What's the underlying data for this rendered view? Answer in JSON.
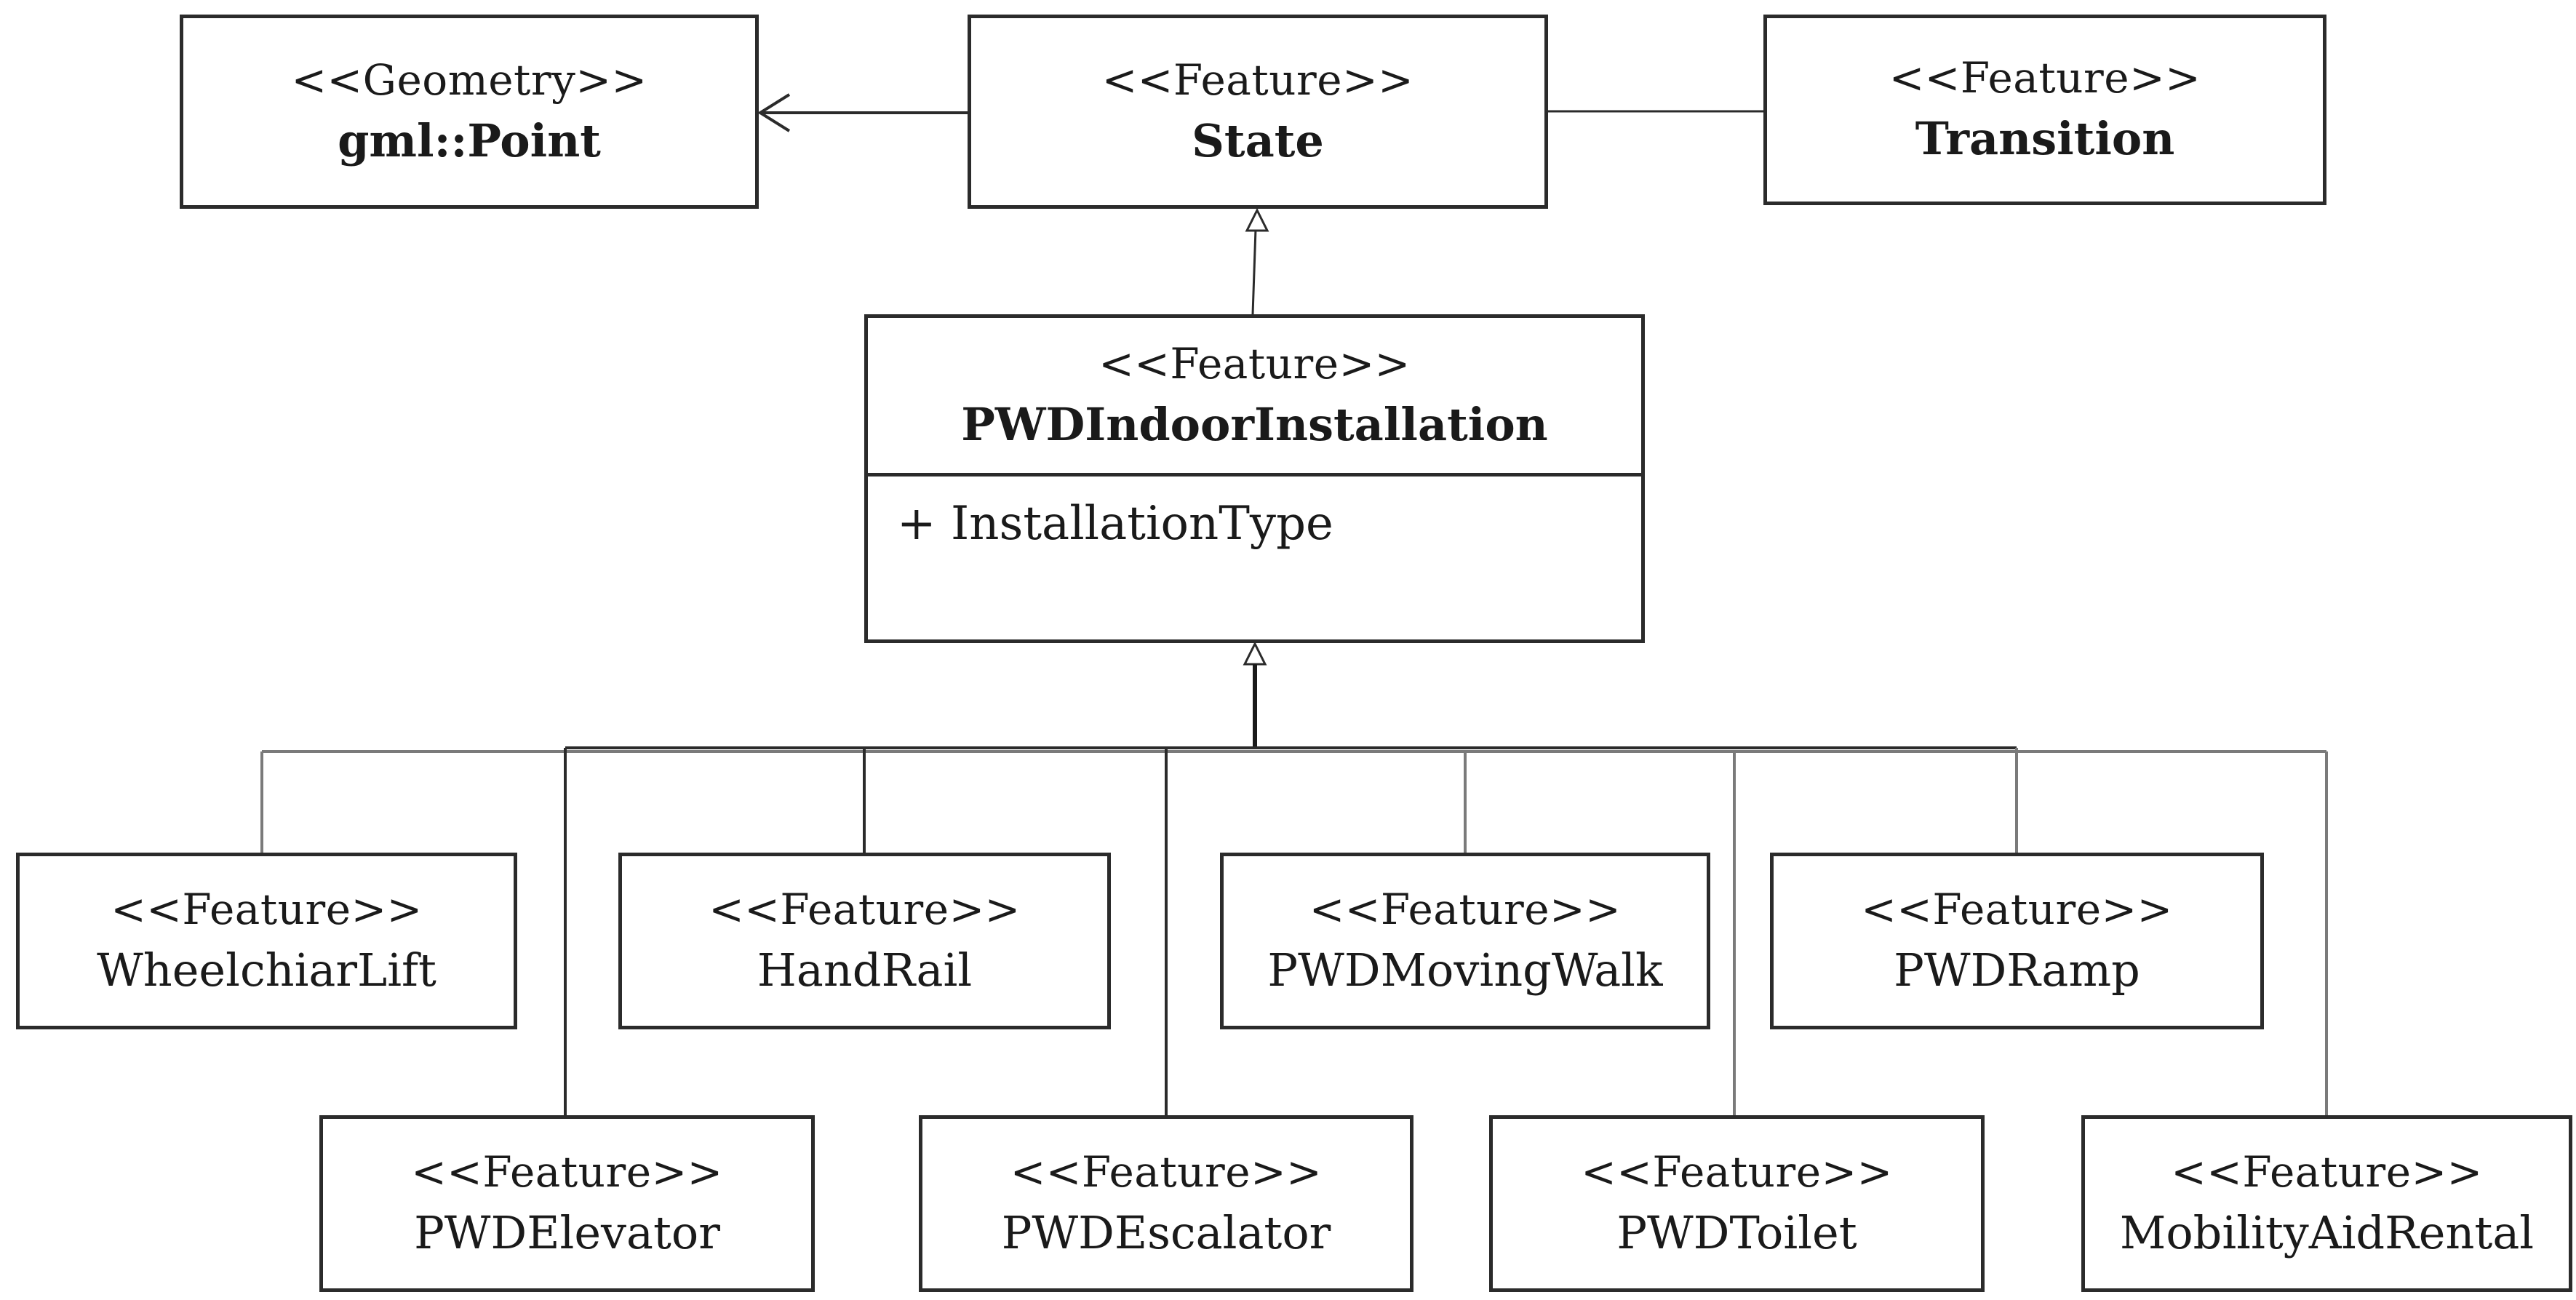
{
  "top_row": {
    "point": {
      "stereotype": "<<Geometry>>",
      "name": "gml::Point"
    },
    "state": {
      "stereotype": "<<Feature>>",
      "name": "State"
    },
    "transition": {
      "stereotype": "<<Feature>>",
      "name": "Transition"
    }
  },
  "installation": {
    "stereotype": "<<Feature>>",
    "name": "PWDIndoorInstallation",
    "attribute": "+ InstallationType"
  },
  "subclasses_row1": [
    {
      "stereotype": "<<Feature>>",
      "name": "WheelchiarLift"
    },
    {
      "stereotype": "<<Feature>>",
      "name": "HandRail"
    },
    {
      "stereotype": "<<Feature>>",
      "name": "PWDMovingWalk"
    },
    {
      "stereotype": "<<Feature>>",
      "name": "PWDRamp"
    }
  ],
  "subclasses_row2": [
    {
      "stereotype": "<<Feature>>",
      "name": "PWDElevator"
    },
    {
      "stereotype": "<<Feature>>",
      "name": "PWDEscalator"
    },
    {
      "stereotype": "<<Feature>>",
      "name": "PWDToilet"
    },
    {
      "stereotype": "<<Feature>>",
      "name": "MobilityAidRental"
    }
  ],
  "colors": {
    "line": "#2b2b2b",
    "branch_line": "#7a7a7a",
    "background": "#ffffff"
  }
}
